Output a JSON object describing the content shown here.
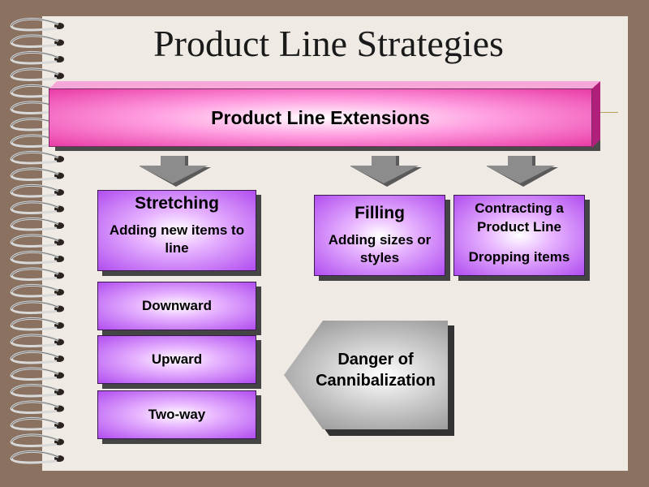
{
  "title": "Product Line Strategies",
  "banner": {
    "label": "Product Line Extensions"
  },
  "stretching": {
    "heading": "Stretching",
    "description": "Adding new items to line"
  },
  "filling": {
    "heading": "Filling",
    "description": "Adding sizes or styles"
  },
  "contracting": {
    "heading": "Contracting a Product Line",
    "description": "Dropping items"
  },
  "directions": [
    "Downward",
    "Upward",
    "Two-way"
  ],
  "danger": {
    "label": "Danger of Cannibalization"
  },
  "colors": {
    "banner": "#e93ba6",
    "box": "#b14df0",
    "background": "#8a7160",
    "paper": "#efebe4"
  }
}
